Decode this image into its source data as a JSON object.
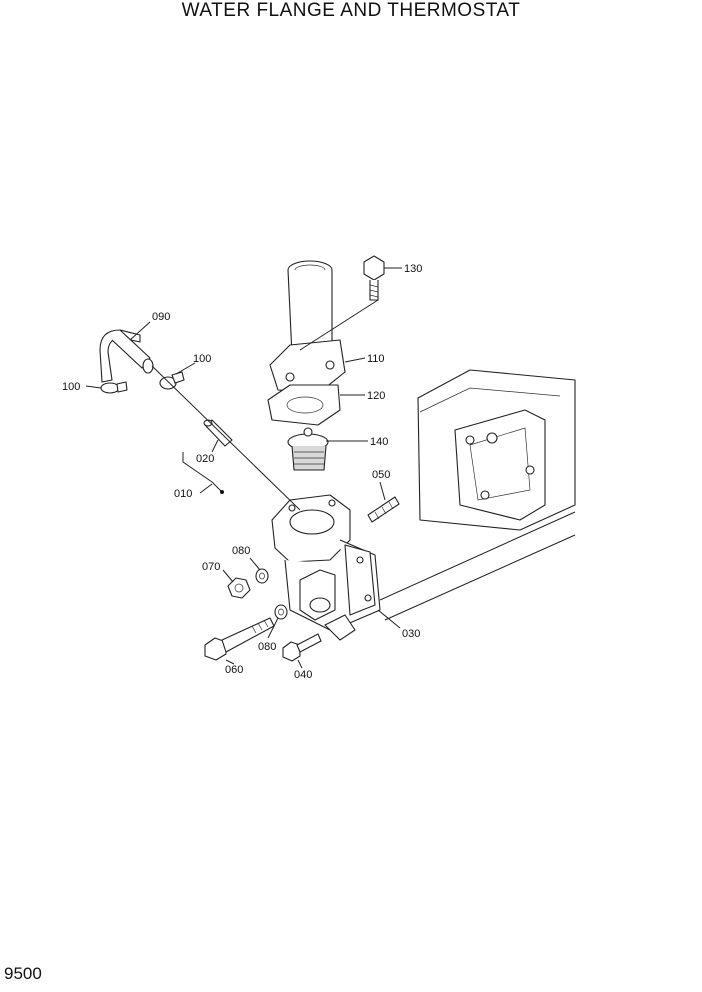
{
  "title": "WATER FLANGE AND THERMOSTAT",
  "page_number": "9500",
  "callouts": {
    "c130": "130",
    "c090": "090",
    "c100a": "100",
    "c100b": "100",
    "c110": "110",
    "c120": "120",
    "c140": "140",
    "c020": "020",
    "c010": "010",
    "c050": "050",
    "c080a": "080",
    "c070": "070",
    "c080b": "080",
    "c030": "030",
    "c060": "060",
    "c040": "040"
  }
}
